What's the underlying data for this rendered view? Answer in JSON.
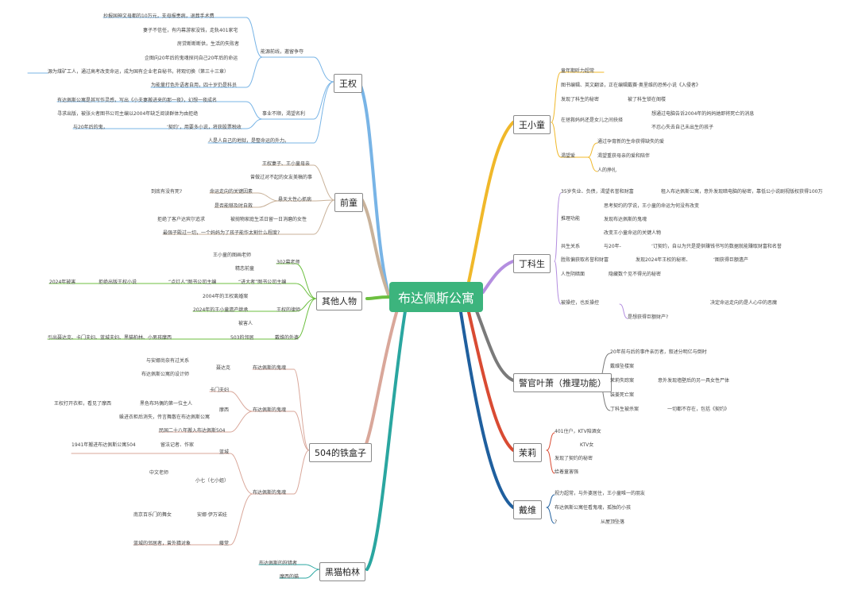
{
  "root": "布达佩斯公寓",
  "colors": {
    "wang_quan": "#78b4e6",
    "zhan_tong": "#c9b29a",
    "other": "#6cbf3f",
    "box504": "#d9a79a",
    "cat_lin": "#2aa6a0",
    "wang_xiaotong": "#f0b82a",
    "ding_kesheng": "#b48ee0",
    "ye_xiao": "#d94b33",
    "moli": "#d94b33",
    "jingtong": "#1f5f9e"
  },
  "branches": {
    "wang_quan": {
      "label": "王权",
      "sub1": {
        "label": "能源前线，邀留争夺",
        "items": [
          "抄报国神文母都的10万元，支母报患病，退葬手术费",
          "妻子不信任，有内幕游家没钱，走轨401家宅",
          "房贷断断断供，生活的失败者",
          "企图向20年后的鬼魂探问自己20年后的命运"
        ]
      },
      "sub2": {
        "label": "事业不顺，渴望名利",
        "items": [
          "有达佩斯公寓是其写作灵感，写出《小夫妻搬进来的那一夜》，幻想一夜成名",
          "寻求出版，被张火者图书公司主编以2004年缺乏阅读群体为由拒绝",
          "‘契约’，用要多小说，将获股票税收",
          "与20年后的鬼，"
        ]
      },
      "items_other": [
        "源为煤矿工人，通过高考改变命运，成为国有企业老自秘书，将观切换（第三十三章）",
        "为能量打色外语者自用，四十岁仍是科员"
      ],
      "extra": "人是人自己的地狱，是整命运的外力。"
    },
    "zhan_tong": {
      "label": "前童",
      "items_top": [
        "王权妻子、王小童母亲",
        "曾做过对不起的女友美稿的事"
      ],
      "sub": {
        "label": "悬天大性心抓病",
        "items": [
          "命运走向的关键因素",
          "是否能够及时自救"
        ],
        "outer": "到底有没有死?"
      },
      "items_bottom": [
        "被抛物家庭生活日留一日消磨的女性",
        "最强子殿过一切，一个妈妈为了孩子能作太割什么程度?"
      ],
      "outer_bottom": "拒绝了客户达宾尔追求"
    },
    "other": {
      "label": "其他人物",
      "teacher": {
        "label": "302幕老师",
        "items": [
          "王小童的图画老师",
          "精恋前童"
        ]
      },
      "dianrenren": {
        "label": "“点灯人”图书公司主编",
        "outer": "拒绝出版王权小说",
        "outer2": "2024年被害"
      },
      "tuidazhe": "“进大者”图书公司主编",
      "lawyer": {
        "label": "王权的律师",
        "items": [
          "2004年的王权离婚案",
          "2024年的王小童遗产继承",
          "被害人"
        ]
      },
      "neighbor": {
        "label": "503的邻居",
        "child": "戴维的外婆",
        "outer": "引出聂达克、卡门夫妇、蓝城夫妇、黑猫柏林、小男孩摩西"
      }
    },
    "box504": {
      "label": "504的铁盒子",
      "g1": {
        "label": "布达佩斯的鬼魂",
        "name": "聂达克",
        "items": [
          "与安娜尚奈有过关系",
          "布达佩斯公寓的设计师"
        ]
      },
      "g2": {
        "label": "布达佩斯的鬼魂",
        "kamen": "卡门夫妇",
        "moxi": "摩西",
        "moxi_items": [
          "黑色布玛偶的第一位主人",
          "躲进衣柜后消失，传言舞散在布达佩斯公寓"
        ],
        "moxi_outer": "王权打开衣柜，看见了摩西",
        "year": "民国二十八年搬入布达佩斯504"
      },
      "g3": {
        "label": "布达佩斯的鬼魂",
        "lancheng": "蓝城",
        "lancheng_items": [
          "留法记者、作家"
        ],
        "lancheng_outer": "1941年搬进布达佩斯公寓504",
        "xiaoqi": "小七（七小姐）",
        "xiaoqi_outer": "中文老师",
        "anna": "安娜·伊万诺娃",
        "anna_outer": "南京百乐门的舞女",
        "lin": "藤堂",
        "lin_outer": "蓝城的邻居者，曾外猜对象"
      }
    },
    "cat_lin": {
      "label": "黑猫柏林",
      "items": [
        "布达佩斯的狩猎者",
        "摩西的猫"
      ]
    },
    "wang_xiaotong": {
      "label": "王小童",
      "items": [
        "童年期听力超常",
        "图书编辑、英文翻译，正在编辑戴赛·奥里维的恐怖小说《入侵者》"
      ],
      "secret": {
        "label": "发现了科生的秘密",
        "child": "被了科生锁在阁楼"
      },
      "tangle": {
        "label": "在拯救妈妈还是女儿之间抉择",
        "items": [
          "想通过电脑告诉2004年的妈妈她即将死亡的消息",
          "不忍心失去自己未出生的孩子"
        ]
      },
      "want": {
        "label": "渴望爱",
        "items": [
          "通过孕育新的生命获得缺失的爱",
          "渴望重获母亲的爱和陪伴",
          "人的挣扎"
        ]
      }
    },
    "ding_kesheng": {
      "label": "丁科生",
      "items": [
        "35岁失业、负债，渴望名誉和财富"
      ],
      "first_child": "租入布达佩斯公寓，意外发现暗电脑的秘密，靠低公小说剧视版权获得100万",
      "infer": {
        "label": "推理功能",
        "items": [
          "思考契约的学说，王小童的命运为何没有改变",
          "发现布达佩斯的鬼魂",
          "改变王小童命运的关键人物"
        ]
      },
      "gongsheng": {
        "label": "共生关系",
        "child": "与20年-",
        "child2": "‘订契约，自以为只是提供赚钱书写的数据就能赚取财富和名誉"
      },
      "gift": {
        "label": "胜败偏获取名誉和财富",
        "child": "发现2024年王权的秘密、",
        "child2": "‘图获得巨额遗产"
      },
      "dark": {
        "label": "人性阴暗面",
        "child": "隐藏数个见不得光的秘密"
      },
      "controlled": {
        "label": "被操控，也反操控",
        "items": [
          "决定命运走向的是人心中的恶魔",
          "是想获得巨额财产?"
        ]
      }
    },
    "ye_xiao": {
      "label": "警官叶萧（推理功能）",
      "items": [
        "20年前与后的事件亲历者，叙述分明亿与倒时",
        "戴维坠楼案",
        "茉莉失踪案",
        "装姜死亡案",
        "丁科生被杀案"
      ],
      "moli_child": "意外发现墙壁后的另一具女性尸体",
      "ding_child": "一切都不存在，包括《契约》"
    },
    "moli": {
      "label": "茉莉",
      "items": [
        "401住户，KTV陪酒女",
        "KTV女",
        "发现了契约的秘密",
        "给着童害强"
      ]
    },
    "jingtong": {
      "label": "戴维",
      "items": [
        "视力超常，与外婆居住，王小童唯一的朋友",
        "布达佩斯公寓任看鬼魂，孤独的小孩",
        "?",
        "从屋顶坠落"
      ]
    }
  }
}
